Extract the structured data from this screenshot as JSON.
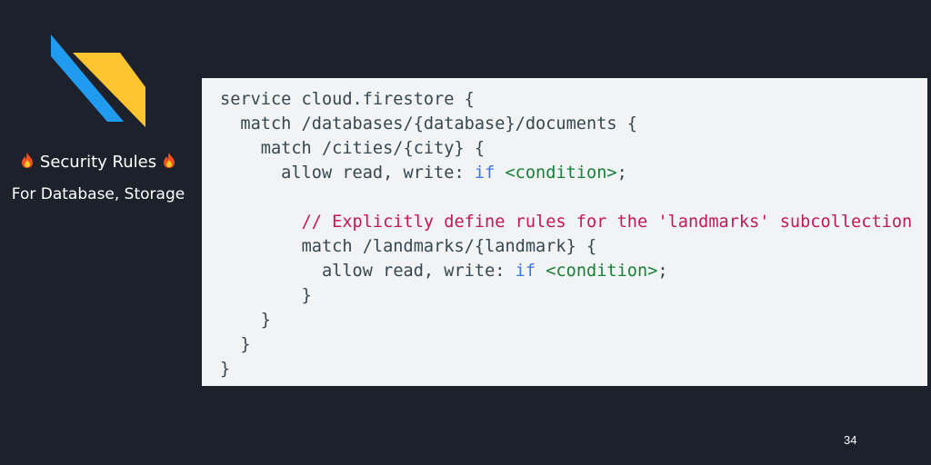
{
  "slide": {
    "title": "Security Rules",
    "subtitle": "For Database, Storage",
    "page_number": "34",
    "logo_icon": "flutter-logo-icon",
    "fire_icon": "fire-emoji-icon"
  },
  "colors": {
    "background": "#1c212c",
    "code_background": "#f1f3f4",
    "code_text": "#37474f",
    "keyword": "#3b78e7",
    "string": "#188038",
    "comment": "#c2185b",
    "logo_blue": "#1f9cf0",
    "logo_yellow": "#ffc531"
  },
  "code": {
    "lines": [
      {
        "indent": "",
        "parts": [
          {
            "t": "plain",
            "text": "service cloud.firestore {"
          }
        ]
      },
      {
        "indent": "  ",
        "parts": [
          {
            "t": "plain",
            "text": "match /databases/{database}/documents {"
          }
        ]
      },
      {
        "indent": "    ",
        "parts": [
          {
            "t": "plain",
            "text": "match /cities/{city} {"
          }
        ]
      },
      {
        "indent": "      ",
        "parts": [
          {
            "t": "plain",
            "text": "allow read, write: "
          },
          {
            "t": "keyword",
            "text": "if"
          },
          {
            "t": "plain",
            "text": " "
          },
          {
            "t": "string",
            "text": "<condition>"
          },
          {
            "t": "plain",
            "text": ";"
          }
        ]
      },
      {
        "indent": "",
        "parts": []
      },
      {
        "indent": "        ",
        "parts": [
          {
            "t": "comment",
            "text": "// Explicitly define rules for the 'landmarks' subcollection"
          }
        ]
      },
      {
        "indent": "        ",
        "parts": [
          {
            "t": "plain",
            "text": "match /landmarks/{landmark} {"
          }
        ]
      },
      {
        "indent": "          ",
        "parts": [
          {
            "t": "plain",
            "text": "allow read, write: "
          },
          {
            "t": "keyword",
            "text": "if"
          },
          {
            "t": "plain",
            "text": " "
          },
          {
            "t": "string",
            "text": "<condition>"
          },
          {
            "t": "plain",
            "text": ";"
          }
        ]
      },
      {
        "indent": "        ",
        "parts": [
          {
            "t": "plain",
            "text": "}"
          }
        ]
      },
      {
        "indent": "    ",
        "parts": [
          {
            "t": "plain",
            "text": "}"
          }
        ]
      },
      {
        "indent": "  ",
        "parts": [
          {
            "t": "plain",
            "text": "}"
          }
        ]
      },
      {
        "indent": "",
        "parts": [
          {
            "t": "plain",
            "text": "}"
          }
        ]
      }
    ]
  }
}
